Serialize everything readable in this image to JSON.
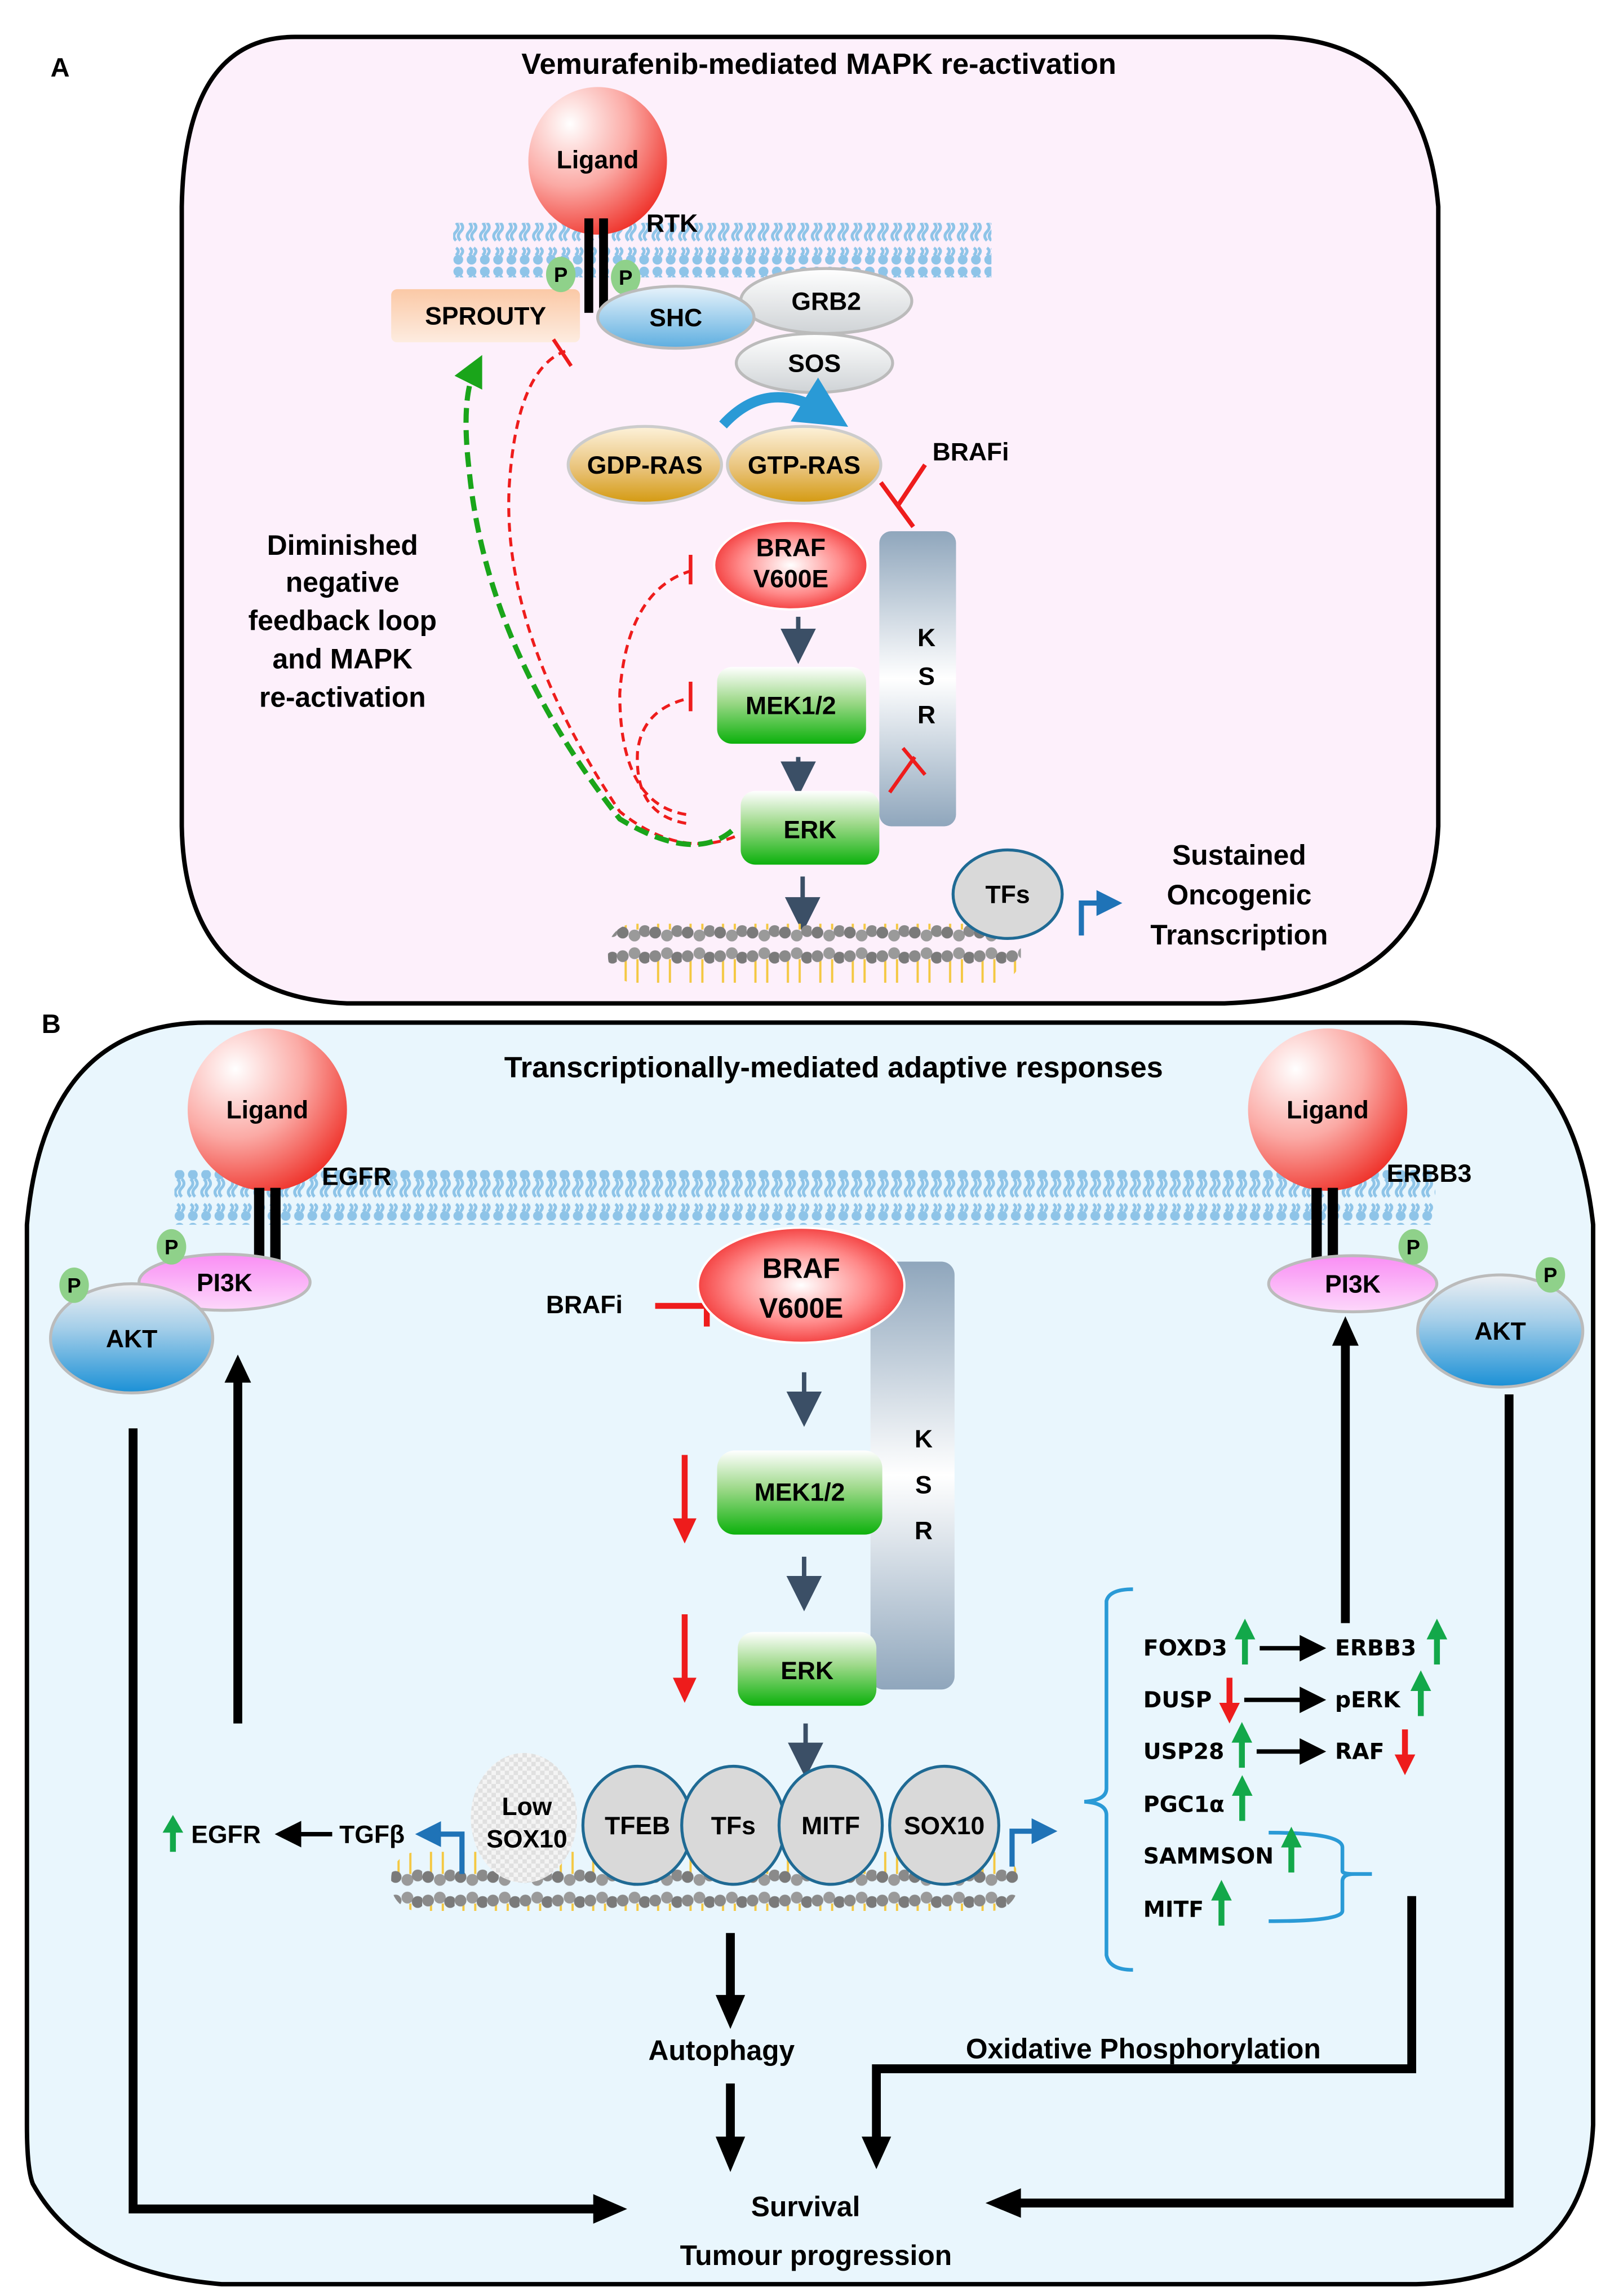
{
  "panel_a": {
    "letter": "A",
    "title": "Vemurafenib-mediated MAPK re-activation",
    "ligand": "Ligand",
    "receptor": "RTK",
    "phospho": "P",
    "sprouty": "SPROUTY",
    "shc": "SHC",
    "grb2": "GRB2",
    "sos": "SOS",
    "gdp_ras": "GDP-RAS",
    "gtp_ras": "GTP-RAS",
    "brafi": "BRAFi",
    "braf_line1": "BRAF",
    "braf_line2": "V600E",
    "mek": "MEK1/2",
    "erk": "ERK",
    "ksr": [
      "K",
      "S",
      "R"
    ],
    "tfs": "TFs",
    "feedback_label": [
      "Diminished",
      "negative",
      "feedback loop",
      "and MAPK",
      "re-activation"
    ],
    "output_label": [
      "Sustained",
      "Oncogenic",
      "Transcription"
    ]
  },
  "panel_b": {
    "letter": "B",
    "title": "Transcriptionally-mediated adaptive responses",
    "left_ligand": "Ligand",
    "left_receptor": "EGFR",
    "right_ligand": "Ligand",
    "right_receptor": "ERBB3",
    "phospho": "P",
    "pi3k": "PI3K",
    "akt": "AKT",
    "brafi": "BRAFi",
    "braf_line1": "BRAF",
    "braf_line2": "V600E",
    "mek": "MEK1/2",
    "erk": "ERK",
    "ksr": [
      "K",
      "S",
      "R"
    ],
    "low_sox10": [
      "Low",
      "SOX10"
    ],
    "tf_complex": [
      "TFEB",
      "TFs",
      "MITF",
      "SOX10"
    ],
    "egfr_up": "EGFR",
    "tgfb": "TGFβ",
    "gene_changes": [
      {
        "gene": "FOXD3",
        "dir": "up",
        "target": "ERBB3",
        "target_dir": "up"
      },
      {
        "gene": "DUSP",
        "dir": "down",
        "target": "pERK",
        "target_dir": "up"
      },
      {
        "gene": "USP28",
        "dir": "up",
        "target": "RAF",
        "target_dir": "down"
      },
      {
        "gene": "PGC1α",
        "dir": "up"
      },
      {
        "gene": "SAMMSON",
        "dir": "up"
      },
      {
        "gene": "MITF",
        "dir": "up"
      }
    ],
    "autophagy": "Autophagy",
    "oxphos": "Oxidative Phosphorylation",
    "survival": "Survival",
    "tumour": "Tumour progression"
  },
  "colors": {
    "panel_a_bg": "#fdf0fb",
    "panel_b_bg": "#e9f6fd",
    "inhibit_red": "#ee1c1c",
    "up_green": "#13a84a",
    "feedback_green": "#1aa51a",
    "membrane_blue": "#8ec4e8",
    "transcription_blue": "#1f73b7",
    "bracket_blue": "#2a9ad6",
    "pathway_arrow": "#3b4f66"
  }
}
